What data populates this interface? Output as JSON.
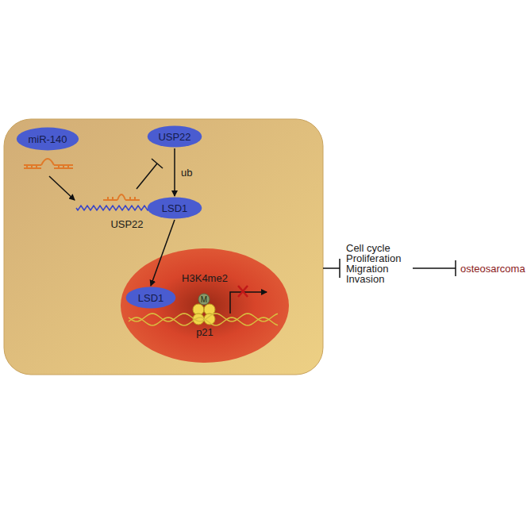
{
  "diagram": {
    "nodes": [
      {
        "text": [
          "miR-140"
        ]
      },
      {
        "text": [
          "USP22"
        ]
      },
      {
        "text": [
          "LSD1"
        ]
      },
      {
        "text": [
          "LSD1"
        ]
      }
    ],
    "edges": [
      {
        "from": 1,
        "to": 2,
        "label": "ub",
        "arrow": "to"
      },
      {
        "from": 2,
        "to": 3,
        "arrow": "to"
      }
    ],
    "labels": [
      "USP22",
      "H3K4me2",
      "M",
      "p21",
      "Cell cycle",
      "Proliferation",
      "Migration",
      "Invasion",
      "osteosarcoma"
    ]
  }
}
